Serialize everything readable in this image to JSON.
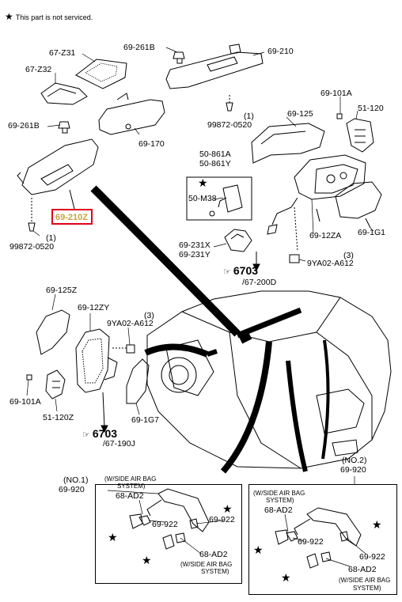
{
  "legend": {
    "symbol": "★",
    "text": "This part is not serviced."
  },
  "labels": {
    "l67Z31": "67-Z31",
    "l67Z32": "67-Z32",
    "l69261B_a": "69-261B",
    "l69261B_b": "69-261B",
    "l69210": "69-210",
    "l69210Z": "69-210Z",
    "l99872_a_n": "(1)",
    "l99872_a": "99872-0520",
    "l99872_b_n": "(1)",
    "l99872_b": "99872-0520",
    "l69170": "69-170",
    "l69125": "69-125",
    "l69101A_a": "69-101A",
    "l51120": "51-120",
    "l50861A": "50-861A",
    "l50861Y": "50-861Y",
    "l50M38": "50-M38",
    "l69231X": "69-231X",
    "l69231Y": "69-231Y",
    "l6912ZA": "69-12ZA",
    "l691G1": "69-1G1",
    "l9YA02_a_n": "(3)",
    "l9YA02_a": "9YA02-A612",
    "l69125Z": "69-125Z",
    "l6912ZY": "69-12ZY",
    "l9YA02_b_n": "(3)",
    "l9YA02_b": "9YA02-A612",
    "l69101A_b": "69-101A",
    "l51120Z": "51-120Z",
    "l691G7": "69-1G7"
  },
  "refs": [
    {
      "num": "6703",
      "sub": "/67-200D"
    },
    {
      "num": "6703",
      "sub": "/67-190J"
    }
  ],
  "boxes": [
    {
      "no": "(NO.1)",
      "part": "69-920",
      "airbag_a": "(W/SIDE AIR BAG",
      "airbag_b": "SYSTEM)",
      "ad2_a": "68-AD2",
      "p922_a": "69-922",
      "p922_b": "69-922",
      "ad2_b": "68-AD2",
      "airbag2_a": "(W/SIDE AIR BAG",
      "airbag2_b": "SYSTEM)"
    },
    {
      "no": "(NO.2)",
      "part": "69-920",
      "airbag_a": "(W/SIDE AIR BAG",
      "airbag_b": "SYSTEM)",
      "ad2_a": "68-AD2",
      "p922_a": "69-922",
      "p922_b": "69-922",
      "ad2_b": "68-AD2",
      "airbag2_a": "(W/SIDE AIR BAG",
      "airbag2_b": "SYSTEM)"
    }
  ],
  "colors": {
    "highlight_border": "#e2001a",
    "highlight_text": "#c8a23c"
  }
}
